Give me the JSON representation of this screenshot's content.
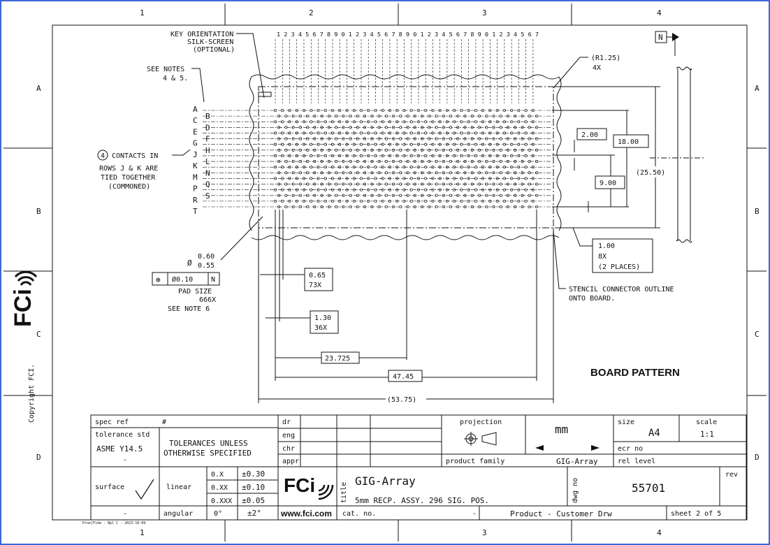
{
  "border": {
    "columns": [
      "1",
      "2",
      "3",
      "4"
    ],
    "rows": [
      "A",
      "B",
      "C",
      "D"
    ],
    "copyright": "Copyright FCI."
  },
  "brand": {
    "logo_text": "FCi",
    "website": "www.fci.com",
    "colors": {
      "line": "#111111",
      "frame": "#0033cc"
    }
  },
  "drawing": {
    "section_title": "BOARD PATTERN",
    "north_marker": "N",
    "column_numbers_top": "1 2 3 4 5 6 7 8 9 0 1 2 3 4 5 6 7 8 9 0 1 2 3 4 5 6 7 8 9 0 1 2 3 4 5 6 7",
    "row_letters_left": [
      "A",
      "C",
      "E",
      "G",
      "J",
      "K",
      "M",
      "P",
      "R",
      "T"
    ],
    "row_letters_right": [
      "B",
      "D",
      "F",
      "H",
      "L",
      "N",
      "Q",
      "S"
    ],
    "notes": {
      "key_orientation": [
        "KEY ORIENTATION",
        "SILK-SCREEN",
        "(OPTIONAL)"
      ],
      "see_notes_45": [
        "SEE NOTES",
        "4 & 5."
      ],
      "contacts_bubble": "4",
      "contacts": [
        "CONTACTS IN",
        "ROWS J & K ARE",
        "TIED TOGETHER",
        "(COMMONED)"
      ],
      "pad_dia_top": "0.60",
      "pad_dia_bottom": "0.55",
      "pad_dia_symbol": "Ø",
      "fcf_symbol": "⊕",
      "fcf_tol": "Ø0.10",
      "fcf_datum": "N",
      "pad_size": [
        "PAD SIZE",
        "666X",
        "SEE NOTE 6"
      ],
      "radius": [
        "(R1.25)",
        "4X"
      ],
      "stencil": [
        "STENCIL CONNECTOR OUTLINE",
        "ONTO BOARD."
      ],
      "one_box": [
        "1.00",
        "8X",
        "(2 PLACES)"
      ]
    },
    "dimensions": {
      "d065": [
        "0.65",
        "73X"
      ],
      "d130": [
        "1.30",
        "36X"
      ],
      "d23725": "23.725",
      "d4745": "47.45",
      "d5375": "(53.75)",
      "d200": "2.00",
      "d1800": "18.00",
      "d900": "9.00",
      "d2550": "(25.50)"
    }
  },
  "title_block": {
    "spec_ref_label": "spec ref",
    "spec_ref_value": "#",
    "tolerance_std_label": "tolerance std",
    "tolerance_std_value": "ASME Y14.5",
    "tolerance_std_sub": "-",
    "tolerances_text": [
      "TOLERANCES UNLESS",
      "OTHERWISE SPECIFIED"
    ],
    "roles": [
      "dr",
      "eng",
      "chr",
      "appr"
    ],
    "projection_label": "projection",
    "units": "mm",
    "size_label": "size",
    "size_value": "A4",
    "scale_label": "scale",
    "scale_value": "1:1",
    "ecr_label": "ecr no",
    "product_family_label": "product family",
    "product_family_value": "GIG-Array",
    "rel_level_label": "rel level",
    "surface_label": "surface",
    "surface_value": "-",
    "linear_label": "linear",
    "angular_label": "angular",
    "tol_rows": [
      {
        "precision": "0.X",
        "tol": "±0.30"
      },
      {
        "precision": "0.XX",
        "tol": "±0.10"
      },
      {
        "precision": "0.XXX",
        "tol": "±0.05"
      }
    ],
    "angular_precision": "0°",
    "angular_tol": "±2°",
    "title_label": "title",
    "title_main": "GIG-Array",
    "title_sub": "5mm RECP. ASSY. 296 SIG. POS.",
    "dwg_label": "dwg no",
    "dwg_no": "55701",
    "rev_label": "rev",
    "cat_label": "cat. no.",
    "cat_value": "-",
    "product_customer": "Product - Customer Drw",
    "sheet": "sheet 2 of 5",
    "footer_small": "Proe|Fide - Bpl C - 2023-10-09"
  }
}
